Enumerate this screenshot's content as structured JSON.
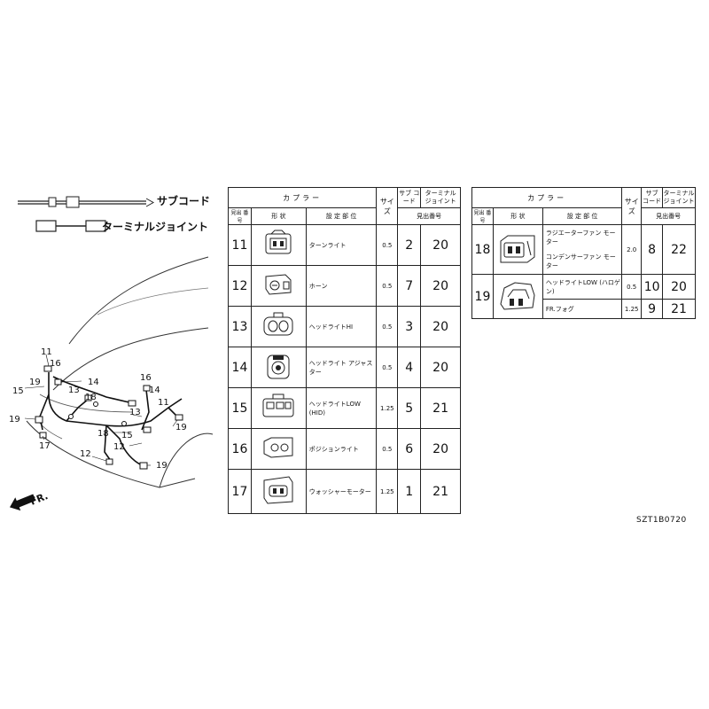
{
  "legend": {
    "sub_cord_label": "サブコード",
    "terminal_joint_label": "ターミナルジョイント"
  },
  "diagram": {
    "callouts": [
      "11",
      "16",
      "19",
      "15",
      "13",
      "14",
      "18",
      "19",
      "17",
      "16",
      "14",
      "11",
      "13",
      "15",
      "19",
      "18",
      "12",
      "19",
      "12"
    ],
    "direction_label": "FR."
  },
  "table_left": {
    "group_header": "カプラー",
    "size_header": "サイズ",
    "sub_code_header": "サブ コード",
    "terminal_joint_header": "ターミナル ジョイント",
    "col_headers": {
      "index": "見出 番号",
      "shape": "形 状",
      "location": "設 定 部 位",
      "lookup": "見出番号"
    },
    "rows": [
      {
        "index": "11",
        "location": "ターンライト",
        "size": "0.5",
        "sub_code": "2",
        "terminal": "20"
      },
      {
        "index": "12",
        "location": "ホーン",
        "size": "0.5",
        "sub_code": "7",
        "terminal": "20"
      },
      {
        "index": "13",
        "location": "ヘッドライトHI",
        "size": "0.5",
        "sub_code": "3",
        "terminal": "20"
      },
      {
        "index": "14",
        "location": "ヘッドライト アジャスター",
        "size": "0.5",
        "sub_code": "4",
        "terminal": "20"
      },
      {
        "index": "15",
        "location": "ヘッドライトLOW (HID)",
        "size": "1.25",
        "sub_code": "5",
        "terminal": "21"
      },
      {
        "index": "16",
        "location": "ポジションライト",
        "size": "0.5",
        "sub_code": "6",
        "terminal": "20"
      },
      {
        "index": "17",
        "location": "ウォッシャーモーター",
        "size": "1.25",
        "sub_code": "1",
        "terminal": "21"
      }
    ]
  },
  "table_right": {
    "group_header": "カプラー",
    "size_header": "サイズ",
    "sub_code_header": "サブ コード",
    "terminal_joint_header": "ターミナル ジョイント",
    "col_headers": {
      "index": "見出 番号",
      "shape": "形 状",
      "location": "設 定 部 位",
      "lookup": "見出番号"
    },
    "rows": [
      {
        "index": "18",
        "location_a": "ラジエーターファン モーター",
        "location_b": "コンデンサーファン モーター",
        "size": "2.0",
        "sub_code": "8",
        "terminal": "22"
      },
      {
        "index": "19",
        "location_a": "ヘッドライトLOW (ハロゲン)",
        "location_b": "FR.フォグ",
        "size_a": "0.5",
        "size_b": "1.25",
        "sub_code_a": "10",
        "sub_code_b": "9",
        "terminal_a": "20",
        "terminal_b": "21"
      }
    ]
  },
  "figure_code": "SZT1B0720"
}
